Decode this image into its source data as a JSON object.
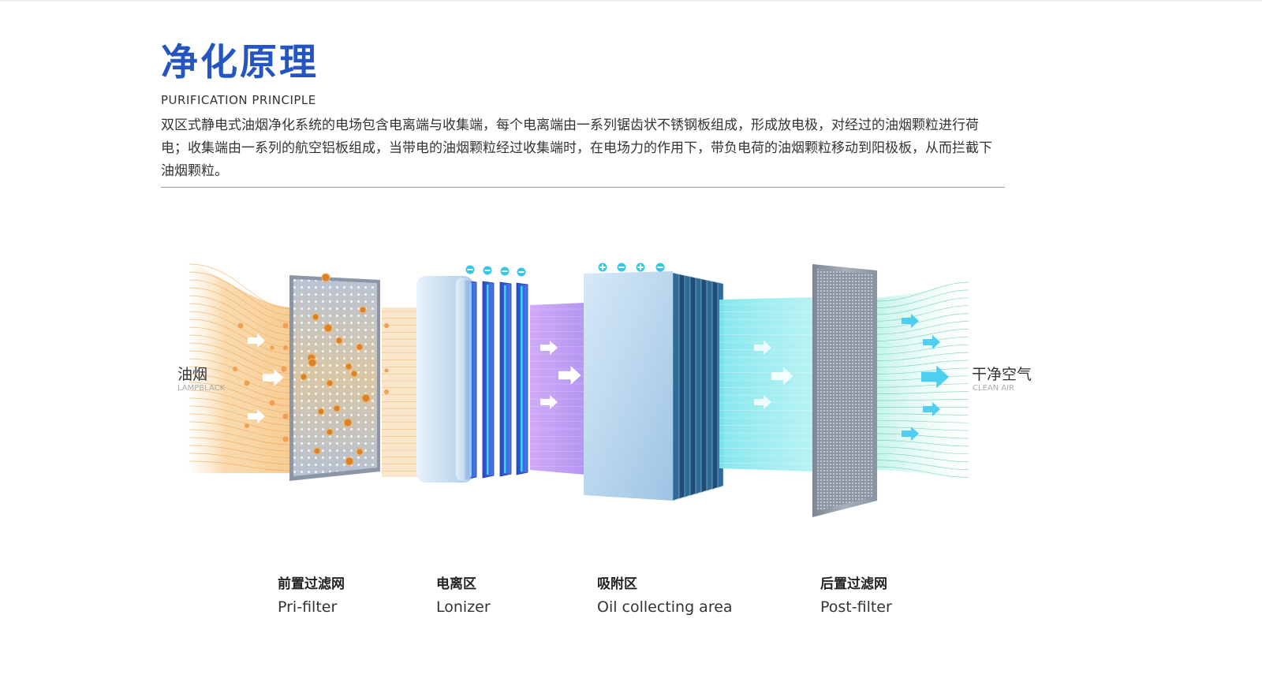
{
  "header": {
    "title": "净化原理",
    "subtitle": "PURIFICATION PRINCIPLE",
    "description": "双区式静电式油烟净化系统的电场包含电离端与收集端，每个电离端由一系列锯齿状不锈钢板组成，形成放电极，对经过的油烟颗粒进行荷电；收集端由一系列的航空铝板组成，当带电的油烟颗粒经过收集端时，在电场力的作用下，带负电荷的油烟颗粒移动到阳极板，从而拦截下油烟颗粒。"
  },
  "diagram": {
    "input_label_cn": "油烟",
    "input_label_en": "LAMPBLACK",
    "output_label_cn": "干净空气",
    "output_label_en": "CLEAN AIR",
    "stages": [
      {
        "name_cn": "前置过滤网",
        "name_en": "Pri-filter"
      },
      {
        "name_cn": "电离区",
        "name_en": "Lonizer"
      },
      {
        "name_cn": "吸附区",
        "name_en": "Oil collecting area"
      },
      {
        "name_cn": "后置过滤网",
        "name_en": "Post-filter"
      }
    ],
    "colors": {
      "title": "#2456c2",
      "smoke": "#f2a950",
      "particle": "#d9822b",
      "ionizer": "#3a5fd6",
      "ionizer_glow": "#35d8ff",
      "purple_air": "#b98cf2",
      "cyan_air": "#6fe3ec",
      "clean_air": "#9ee5d6",
      "arrow_out": "#4ecff0"
    },
    "icons": [
      "minus-charge-icon",
      "plus-charge-icon",
      "arrow-right-icon"
    ]
  }
}
